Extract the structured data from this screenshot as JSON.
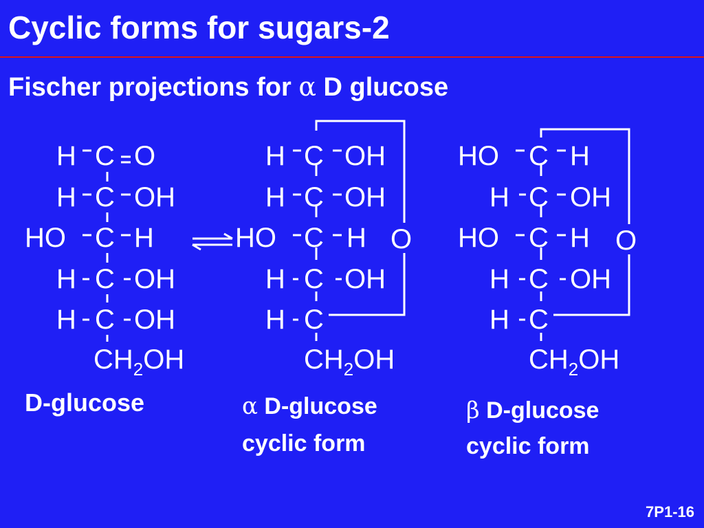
{
  "title": "Cyclic forms for sugars-2",
  "subtitle": {
    "prefix": "Fischer projections for ",
    "greek": "α",
    "suffix": " D glucose"
  },
  "structure_open": {
    "rows": [
      {
        "left": "H",
        "center": "C",
        "right": "O"
      },
      {
        "left": "H",
        "center": "C",
        "right": "OH"
      },
      {
        "left": "HO",
        "center": "C",
        "right": "H"
      },
      {
        "left": "H",
        "center": "C",
        "right": "OH"
      },
      {
        "left": "H",
        "center": "C",
        "right": "OH"
      }
    ],
    "bottom": {
      "main": "CH",
      "sub": "2",
      "end": "OH"
    },
    "label": "D-glucose"
  },
  "structure_alpha": {
    "rows": [
      {
        "left": "H",
        "center": "C",
        "right": "OH"
      },
      {
        "left": "H",
        "center": "C",
        "right": "OH"
      },
      {
        "left": "HO",
        "center": "C",
        "right": "H"
      },
      {
        "left": "H",
        "center": "C",
        "right": "OH"
      },
      {
        "left": "H",
        "center": "C",
        "right": ""
      }
    ],
    "ring_oxygen": "O",
    "bottom": {
      "main": "CH",
      "sub": "2",
      "end": "OH"
    },
    "label_greek": "α",
    "label_line1": " D-glucose",
    "label_line2": "cyclic form"
  },
  "structure_beta": {
    "rows": [
      {
        "left": "HO",
        "center": "C",
        "right": "H"
      },
      {
        "left": "H",
        "center": "C",
        "right": "OH"
      },
      {
        "left": "HO",
        "center": "C",
        "right": "H"
      },
      {
        "left": "H",
        "center": "C",
        "right": "OH"
      },
      {
        "left": "H",
        "center": "C",
        "right": ""
      }
    ],
    "ring_oxygen": "O",
    "bottom": {
      "main": "CH",
      "sub": "2",
      "end": "OH"
    },
    "label_greek": "β",
    "label_line1": " D-glucose",
    "label_line2": "cyclic form"
  },
  "page_number": "7P1-16",
  "colors": {
    "background": "#1f1ff5",
    "text": "#ffffff",
    "rule": "#e01414"
  }
}
